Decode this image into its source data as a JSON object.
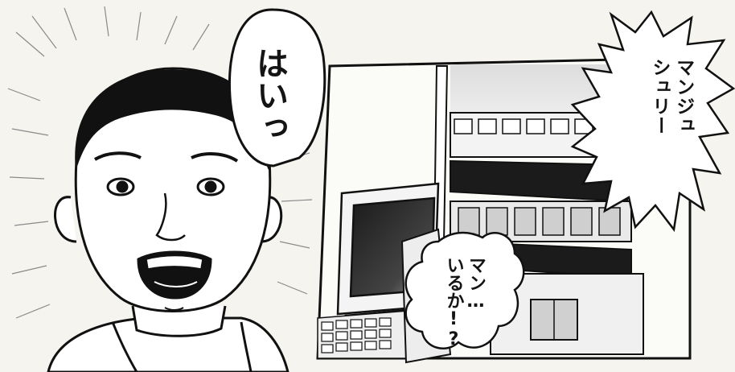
{
  "bubbles": {
    "hai": "はいっ",
    "manjushuri": [
      "マンジュ",
      "シュリー"
    ],
    "man_iruka": [
      "マン…",
      "いるか!?"
    ]
  },
  "colors": {
    "paper": "#f6f4ee",
    "ink": "#141414",
    "screen_dark": "#2a2a2a"
  }
}
